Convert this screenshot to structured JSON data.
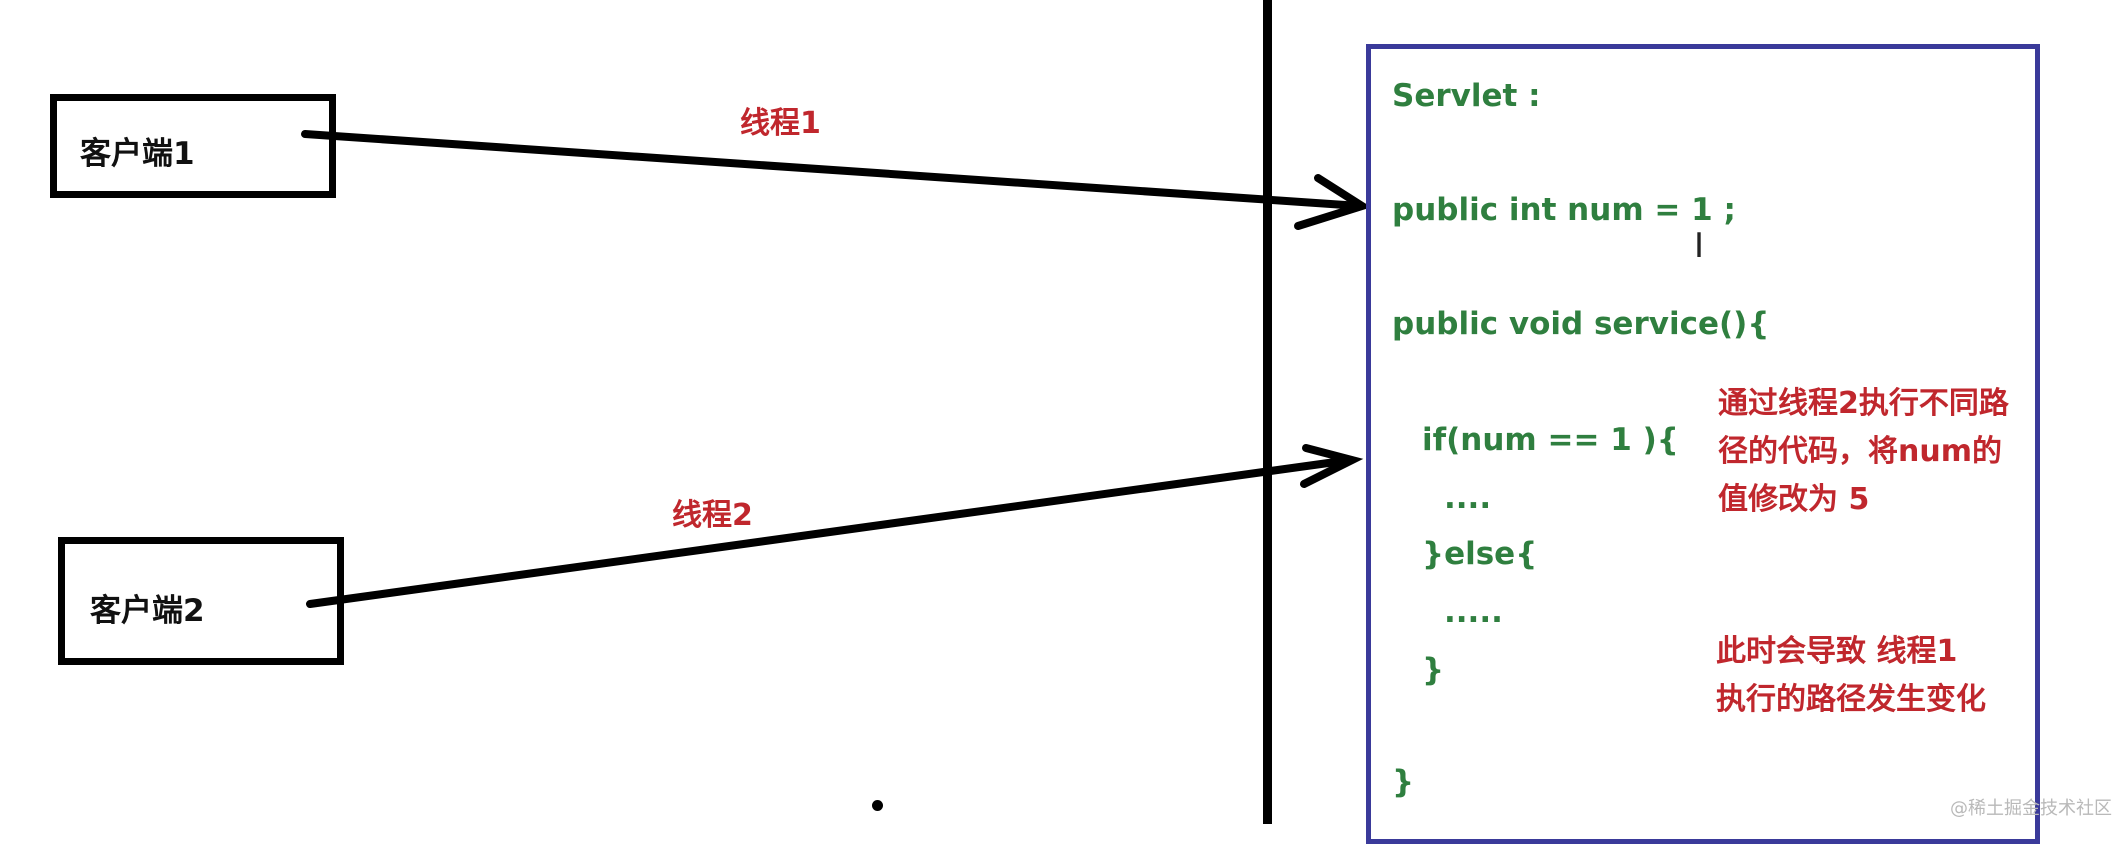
{
  "client1": {
    "label": "客户端1"
  },
  "client2": {
    "label": "客户端2"
  },
  "thread1": {
    "label": "线程1"
  },
  "thread2": {
    "label": "线程2"
  },
  "servlet": {
    "title": "Servlet :",
    "field_line": "public int num = 1 ;",
    "method_line": "public void service(){",
    "if_line": "if(num == 1 ){",
    "dots1": "....",
    "else_line": "}else{",
    "dots2": ".....",
    "close_inner": "}",
    "close_outer": "}"
  },
  "notes": {
    "note1_line1": "通过线程2执行不同路",
    "note1_line2": "径的代码，将num的",
    "note1_line3": "值修改为 5",
    "note2_line1": "此时会导致 线程1",
    "note2_line2": "执行的路径发生变化"
  },
  "watermark": "@稀土掘金技术社区",
  "colors": {
    "code_green": "#2f7f3f",
    "annotation_red": "#c0272d",
    "servlet_border": "#3a3a9a",
    "line_black": "#000000"
  }
}
